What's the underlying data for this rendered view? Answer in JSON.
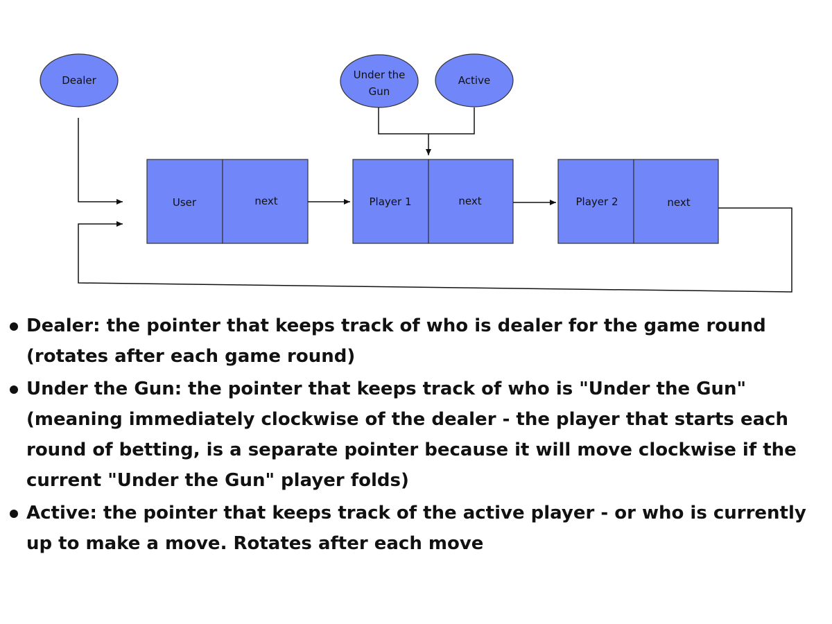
{
  "colors": {
    "node_fill": "#7186f8",
    "node_stroke": "#333333",
    "line": "#111111",
    "text": "#111111"
  },
  "pointers": {
    "dealer": "Dealer",
    "under_the_gun": [
      "Under the",
      "Gun"
    ],
    "active": "Active"
  },
  "nodes": [
    {
      "data": "User",
      "next": "next"
    },
    {
      "data": "Player 1",
      "next": "next"
    },
    {
      "data": "Player 2",
      "next": "next"
    }
  ],
  "bullets": [
    "Dealer: the pointer that keeps track of who is dealer for the game round (rotates after each game round)",
    "Under the Gun: the pointer that keeps track of who is \"Under the Gun\" (meaning immediately clockwise of the dealer - the player that starts each round of betting, is a separate pointer because it will move clockwise if the current \"Under the Gun\" player folds)",
    "Active: the pointer that keeps track of the active player - or who is currently up to make a move. Rotates after each move"
  ]
}
